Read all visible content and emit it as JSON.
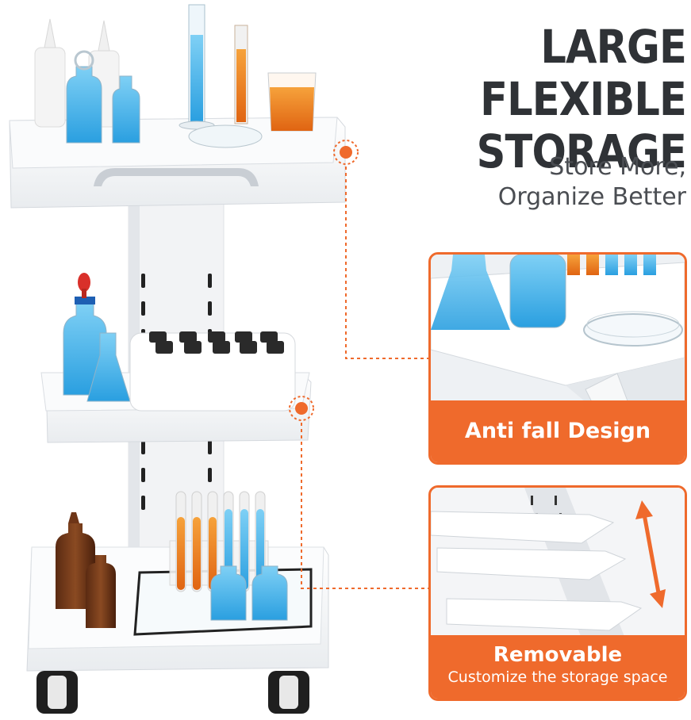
{
  "headline": [
    "LARGE FLEXIBLE",
    "STORAGE"
  ],
  "subheadline": [
    "Store More,",
    "Organize Better"
  ],
  "feature_cards": [
    {
      "title": "Anti fall Design"
    },
    {
      "title": "Removable",
      "subtitle": "Customize the storage space"
    }
  ],
  "colors": {
    "accent": "#ef6a2c",
    "headline": "#2f3236",
    "subheadline": "#4a4d52"
  }
}
